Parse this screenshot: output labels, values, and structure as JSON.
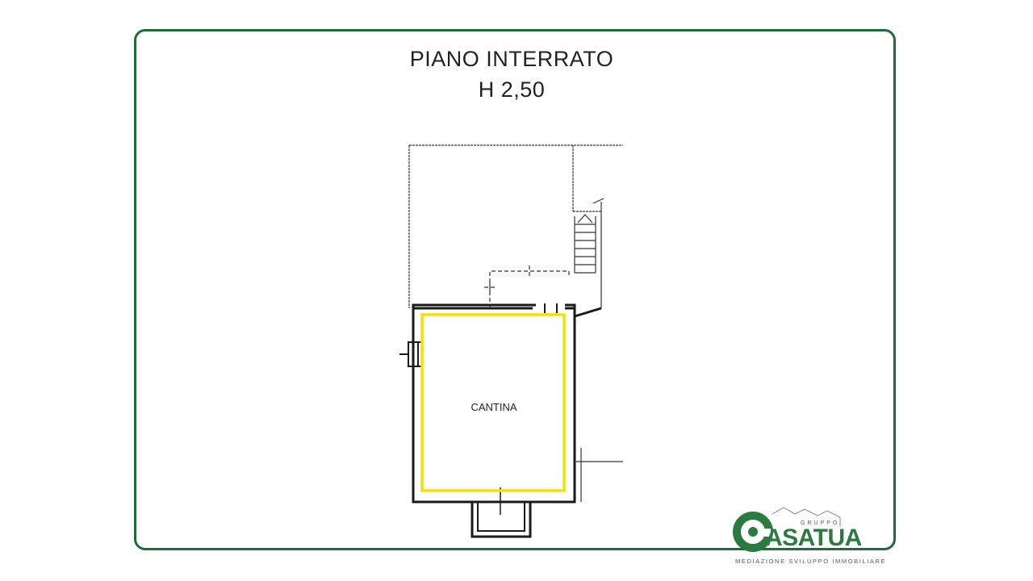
{
  "header": {
    "title": "PIANO INTERRATO",
    "height_label": "H 2,50"
  },
  "plan": {
    "room_label": "CANTINA",
    "highlight_color": "#f2e200",
    "wall_color": "#1a1a1a"
  },
  "logo": {
    "brand": "ASATUA",
    "group_label": "GRUPPO",
    "tagline": "MEDIAZIONE SVILUPPO IMMOBILIARE",
    "brand_color": "#2b7a3f"
  },
  "colors": {
    "frame": "#1f6b3a"
  }
}
